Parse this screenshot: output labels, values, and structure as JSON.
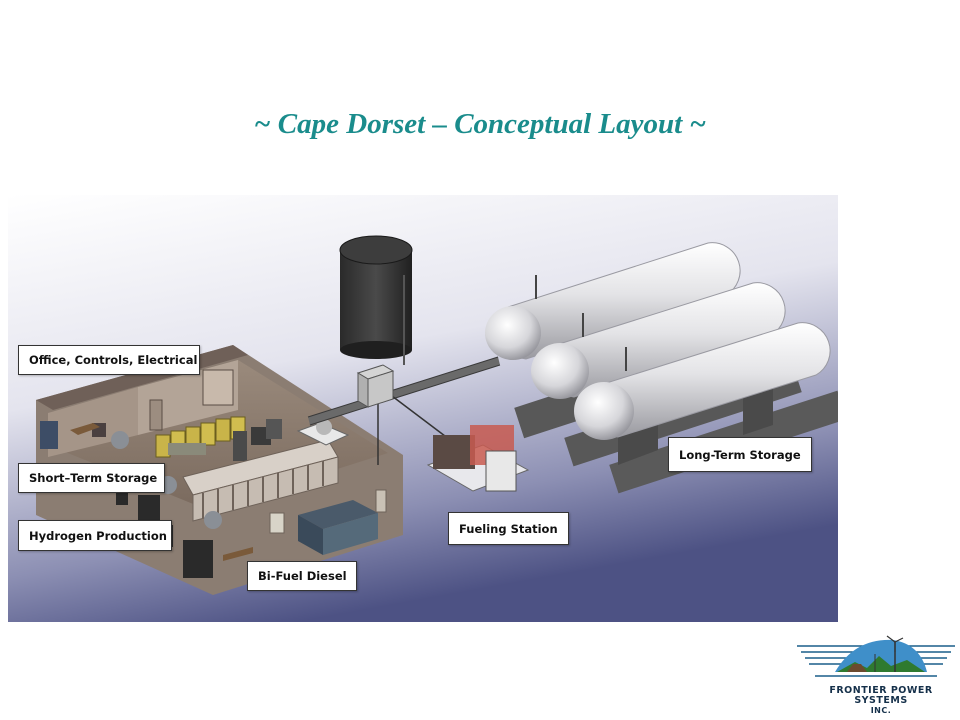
{
  "slide": {
    "title": "~ Cape Dorset – Conceptual Layout ~"
  },
  "callouts": {
    "office": "Office, Controls, Electrical",
    "short_term": "Short–Term Storage",
    "hydrogen": "Hydrogen Production",
    "diesel": "Bi-Fuel Diesel",
    "fueling": "Fueling Station",
    "long_term": "Long-Term Storage"
  },
  "logo": {
    "line1": "Frontier Power",
    "line2": "Systems",
    "line3": "Inc."
  },
  "colors": {
    "title": "#1a8c8c",
    "background_top": "#ffffff",
    "background_bottom": "#4a4f80",
    "tank": "#d8d8dc",
    "logo_text": "#15304a"
  }
}
